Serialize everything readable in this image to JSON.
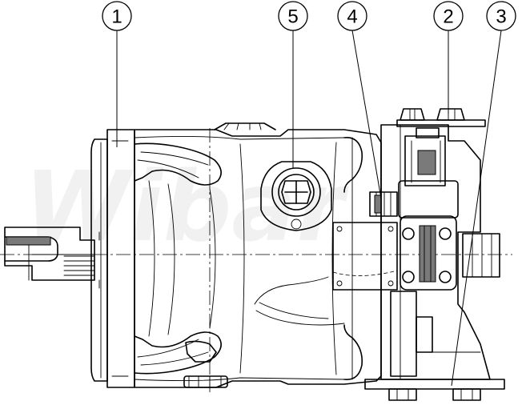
{
  "watermark": {
    "text": "Wibar"
  },
  "balloons": [
    {
      "id": "1",
      "label": "1"
    },
    {
      "id": "5",
      "label": "5"
    },
    {
      "id": "4",
      "label": "4"
    },
    {
      "id": "2",
      "label": "2"
    },
    {
      "id": "3",
      "label": "3"
    }
  ]
}
